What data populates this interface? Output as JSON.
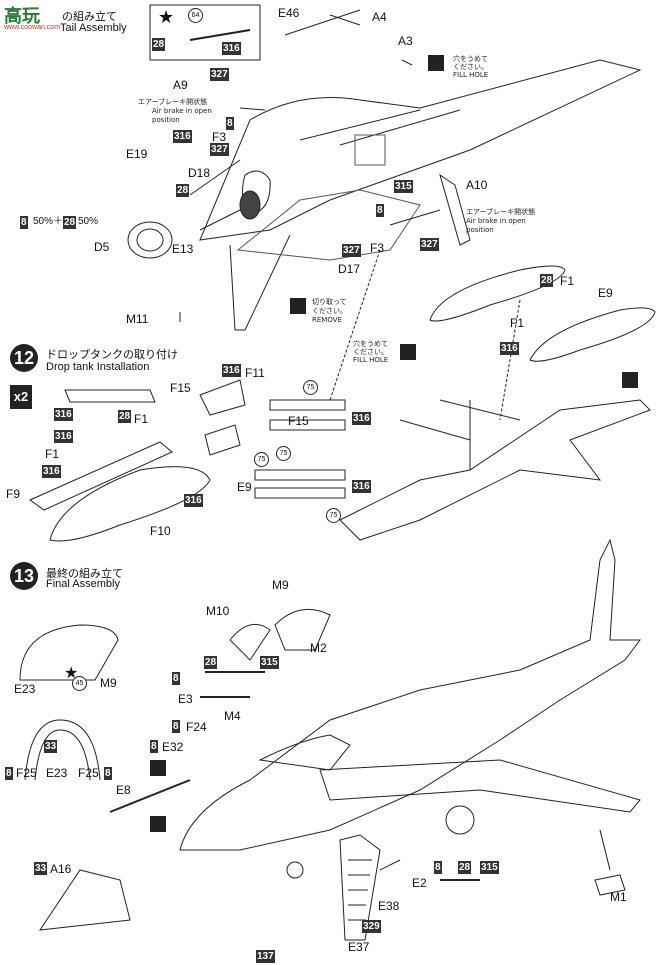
{
  "watermark": {
    "text": "高玩",
    "url": "www.coowan.com"
  },
  "step11": {
    "title_jp": "の組み立て",
    "title_en": "Tail Assembly"
  },
  "step12": {
    "number": "12",
    "title_jp": "ドロップタンクの取り付け",
    "title_en": "Drop tank  Installation",
    "count": "x2"
  },
  "step13": {
    "number": "13",
    "title_jp": "最終の組み立て",
    "title_en": "Final Assembly"
  },
  "notes": {
    "airbrake_open_1": [
      "エアーブレーキ開状態",
      "Air brake in open",
      "position"
    ],
    "airbrake_open_2": [
      "エアーブレーキ開状態",
      "Air brake in open",
      "position"
    ],
    "fill_hole_1": [
      "穴をうめて",
      "ください。",
      "FILL HOLE"
    ],
    "fill_hole_2": [
      "穴をうめて",
      "ください。",
      "FILL HOLE"
    ],
    "remove": [
      "切り取って",
      "ください。",
      "REMOVE"
    ],
    "mix": "50%＋",
    "mix2": "50%"
  },
  "parts": {
    "E46": "E46",
    "A4": "A4",
    "A3": "A3",
    "A9": "A9",
    "F3a": "F3",
    "F3b": "F3",
    "E19": "E19",
    "D18": "D18",
    "A10": "A10",
    "D5": "D5",
    "E13": "E13",
    "D17": "D17",
    "M11": "M11",
    "F1a": "F1",
    "F1b": "F1",
    "F1c": "F1",
    "E9a": "E9",
    "E9b": "E9",
    "F15a": "F15",
    "F15b": "F15",
    "F11": "F11",
    "F9": "F9",
    "F10": "F10",
    "M9a": "M9",
    "M9b": "M9",
    "M10": "M10",
    "M2": "M2",
    "E23a": "E23",
    "E23b": "E23",
    "F25a": "F25",
    "F25b": "F25",
    "E3": "E3",
    "M4": "M4",
    "F24": "F24",
    "E32": "E32",
    "E8": "E8",
    "A16": "A16",
    "E2": "E2",
    "E38": "E38",
    "E37": "E37",
    "M1": "M1"
  },
  "paints": {
    "p64": "64",
    "p28a": "28",
    "p316a": "316",
    "p327a": "327",
    "p8a": "8",
    "p327b": "327",
    "p316b": "316",
    "p28b": "28",
    "p315a": "315",
    "p8b": "8",
    "p327c": "327",
    "p327d": "327",
    "p8c": "8",
    "p28c": "28",
    "p316c": "316",
    "p28d": "28",
    "p316d": "316",
    "p28e": "28",
    "p316e": "316",
    "p316f": "316",
    "p316g": "316",
    "p316h": "316",
    "p75a": "75",
    "p75b": "75",
    "p75c": "75",
    "p75d": "75",
    "p316i": "316",
    "p316j": "316",
    "p45": "45",
    "p33a": "33",
    "p8d": "8",
    "p8e": "8",
    "p28f": "28",
    "p315b": "315",
    "p8f": "8",
    "p8g": "8",
    "p33b": "33",
    "p8h": "8",
    "p28g": "28",
    "p315c": "315",
    "p329": "329",
    "p137": "137"
  }
}
